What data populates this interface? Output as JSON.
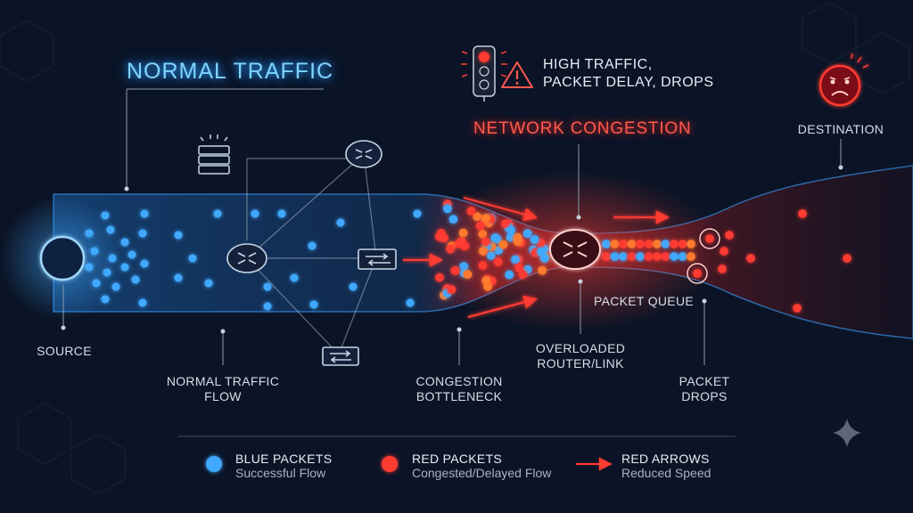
{
  "title": "NORMAL TRAFFIC",
  "congestion_title": "NETWORK CONGESTION",
  "alert": {
    "text": "HIGH TRAFFIC,\nPACKET DELAY, DROPS"
  },
  "labels": {
    "source": "SOURCE",
    "normal_flow": "NORMAL TRAFFIC\nFLOW",
    "bottleneck": "CONGESTION\nBOTTLENECK",
    "overloaded": "OVERLOADED\nROUTER/LINK",
    "packet_queue": "PACKET QUEUE",
    "packet_drops": "PACKET\nDROPS",
    "destination": "DESTINATION"
  },
  "legend": [
    {
      "title": "BLUE PACKETS",
      "subtitle": "Successful Flow"
    },
    {
      "title": "RED PACKETS",
      "subtitle": "Congested/Delayed Flow"
    },
    {
      "title": "RED ARROWS",
      "subtitle": "Reduced Speed"
    }
  ],
  "colors": {
    "blue": "#3fa9ff",
    "red": "#ff3b30",
    "orange": "#ff7a2e",
    "background": "#0b1426"
  },
  "icons": [
    "source-node-icon",
    "server-icon",
    "router-icon",
    "switch-icon",
    "traffic-light-icon",
    "warning-icon",
    "sad-face-icon",
    "sparkle-icon"
  ]
}
